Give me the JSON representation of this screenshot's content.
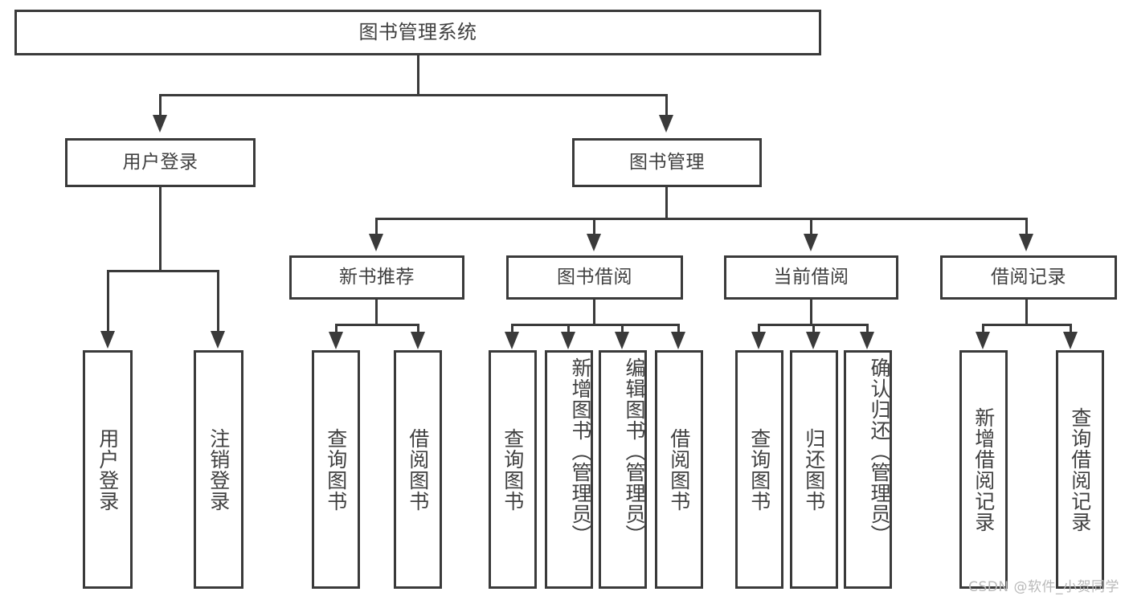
{
  "diagram": {
    "title": "图书管理系统",
    "type": "tree-hierarchy-chart",
    "root": {
      "label": "图书管理系统"
    },
    "level1": [
      {
        "label": "用户登录"
      },
      {
        "label": "图书管理"
      }
    ],
    "level2": [
      {
        "label": "新书推荐"
      },
      {
        "label": "图书借阅"
      },
      {
        "label": "当前借阅"
      },
      {
        "label": "借阅记录"
      }
    ],
    "leaves": {
      "user_login": [
        {
          "label": "用户登录"
        },
        {
          "label": "注销登录"
        }
      ],
      "new_book_recommend": [
        {
          "label": "查询图书"
        },
        {
          "label": "借阅图书"
        }
      ],
      "book_borrow": [
        {
          "label": "查询图书"
        },
        {
          "label": "新增图书（管理员）"
        },
        {
          "label": "编辑图书（管理员）"
        },
        {
          "label": "借阅图书"
        }
      ],
      "current_borrow": [
        {
          "label": "查询图书"
        },
        {
          "label": "归还图书"
        },
        {
          "label": "确认归还（管理员）"
        }
      ],
      "borrow_record": [
        {
          "label": "新增借阅记录"
        },
        {
          "label": "查询借阅记录"
        }
      ]
    }
  },
  "watermark": {
    "text": "CSDN @软件_小贺同学"
  },
  "colors": {
    "background": "#ffffff",
    "box_border": "#3a3a3a",
    "box_fill": "#ffffff",
    "text": "#404040",
    "connector": "#3a3a3a",
    "watermark": "#b9b9b9"
  }
}
